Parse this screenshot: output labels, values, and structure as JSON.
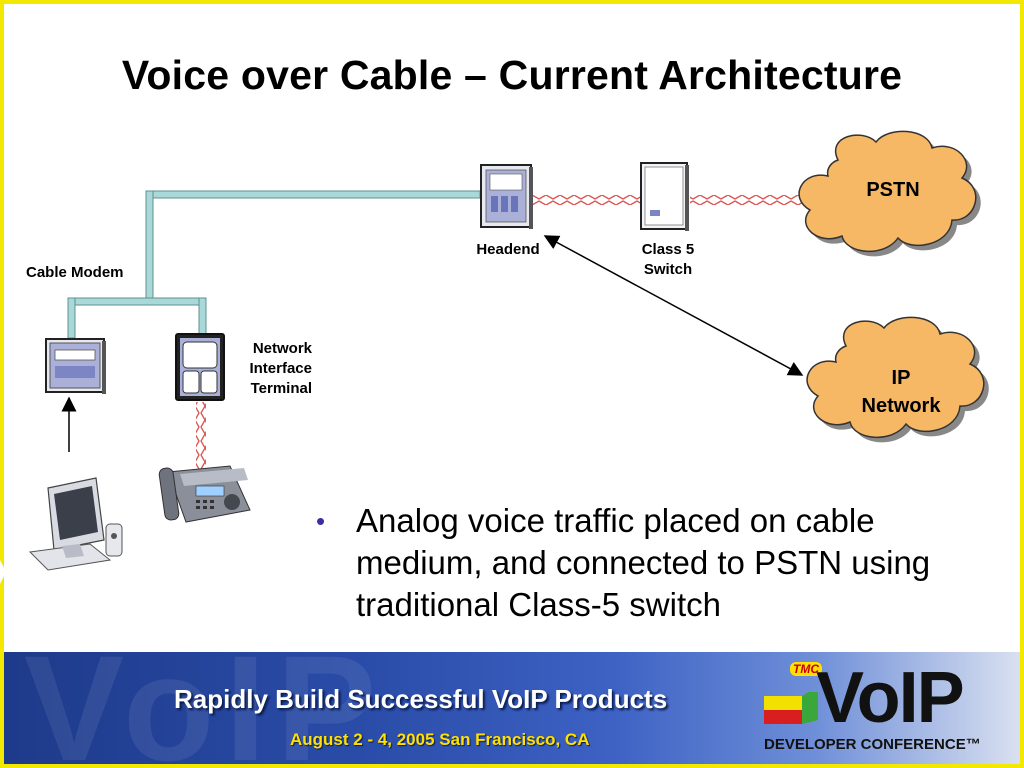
{
  "slide": {
    "title": "Voice over Cable – Current Architecture",
    "colors": {
      "border": "#f2e800",
      "cable_line": "#a9d8d8",
      "cloud_fill": "#f7b866",
      "device_fill": "#aab0d8",
      "bullet_dot": "#3a2ea0",
      "phone_line": "#d9534f"
    }
  },
  "diagram": {
    "labels": {
      "cable_modem": "Cable Modem",
      "headend": "Headend",
      "class5_line1": "Class 5",
      "class5_line2": "Switch",
      "nit_line1": "Network",
      "nit_line2": "Interface",
      "nit_line3": "Terminal"
    },
    "clouds": {
      "pstn": "PSTN",
      "ip_line1": "IP",
      "ip_line2": "Network"
    },
    "icons": [
      "cable-modem-icon",
      "network-interface-terminal-icon",
      "headend-icon",
      "class5-switch-icon",
      "telephone-icon",
      "computer-icon"
    ]
  },
  "bullet": {
    "text": "Analog voice traffic placed on cable medium, and connected to PSTN using traditional Class-5 switch"
  },
  "banner": {
    "line1": "Rapidly Build Successful VoIP Products",
    "line2": "August 2 - 4, 2005 San Francisco, CA",
    "logo_tmc": "TMC",
    "logo_title": "VoIP",
    "logo_subtitle": "DEVELOPER CONFERENCE™"
  }
}
